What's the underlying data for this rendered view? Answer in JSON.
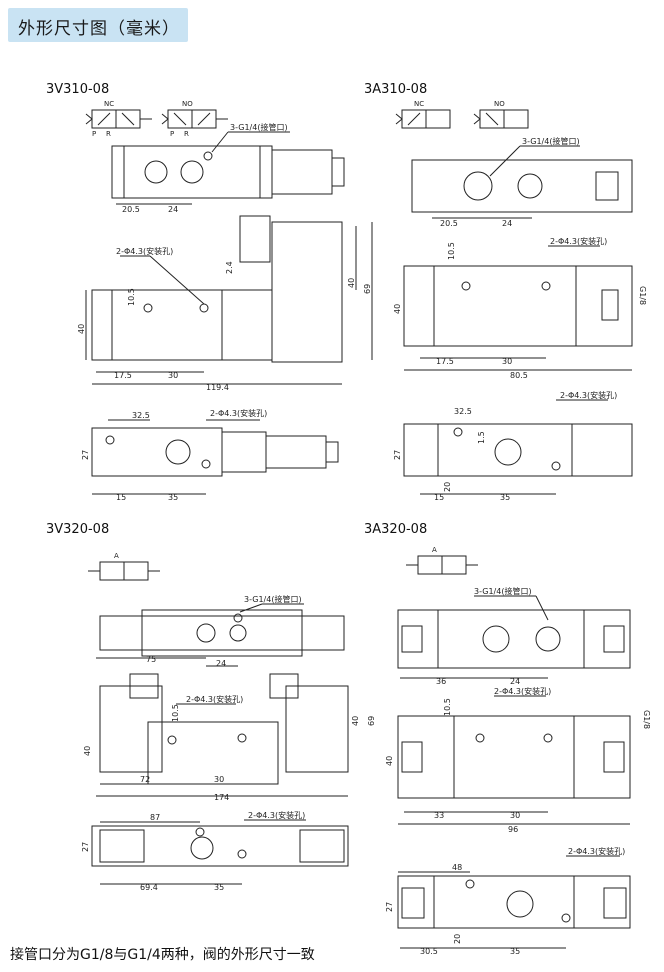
{
  "header": {
    "title": "外形尺寸图（毫米）"
  },
  "models": {
    "a": "3V310-08",
    "b": "3A310-08",
    "c": "3V320-08",
    "d": "3A320-08"
  },
  "symbols": {
    "nc": "NC",
    "no": "NO",
    "a": "A",
    "p": "P",
    "r": "R"
  },
  "annotations": {
    "port": "3-G1/4(接管口)",
    "mount_hole": "2-Φ4.3(安装孔)",
    "g18": "G1/8"
  },
  "dims": {
    "d20_5": "20.5",
    "d24": "24",
    "d2_4": "2.4",
    "d10_5": "10.5",
    "d40": "40",
    "d69": "69",
    "d17_5": "17.5",
    "d30": "30",
    "d119_4": "119.4",
    "d80_5": "80.5",
    "d32_5": "32.5",
    "d27": "27",
    "d15": "15",
    "d35": "35",
    "d1_5": "1.5",
    "d20": "20",
    "d75": "75",
    "d72": "72",
    "d174": "174",
    "d87": "87",
    "d69_4": "69.4",
    "d36": "36",
    "d33": "33",
    "d96": "96",
    "d48": "48",
    "d30_5": "30.5"
  },
  "footer": {
    "note": "接管口分为G1/8与G1/4两种，阀的外形尺寸一致"
  },
  "colors": {
    "title_bg": "#c9e3f3",
    "line": "#222222"
  }
}
